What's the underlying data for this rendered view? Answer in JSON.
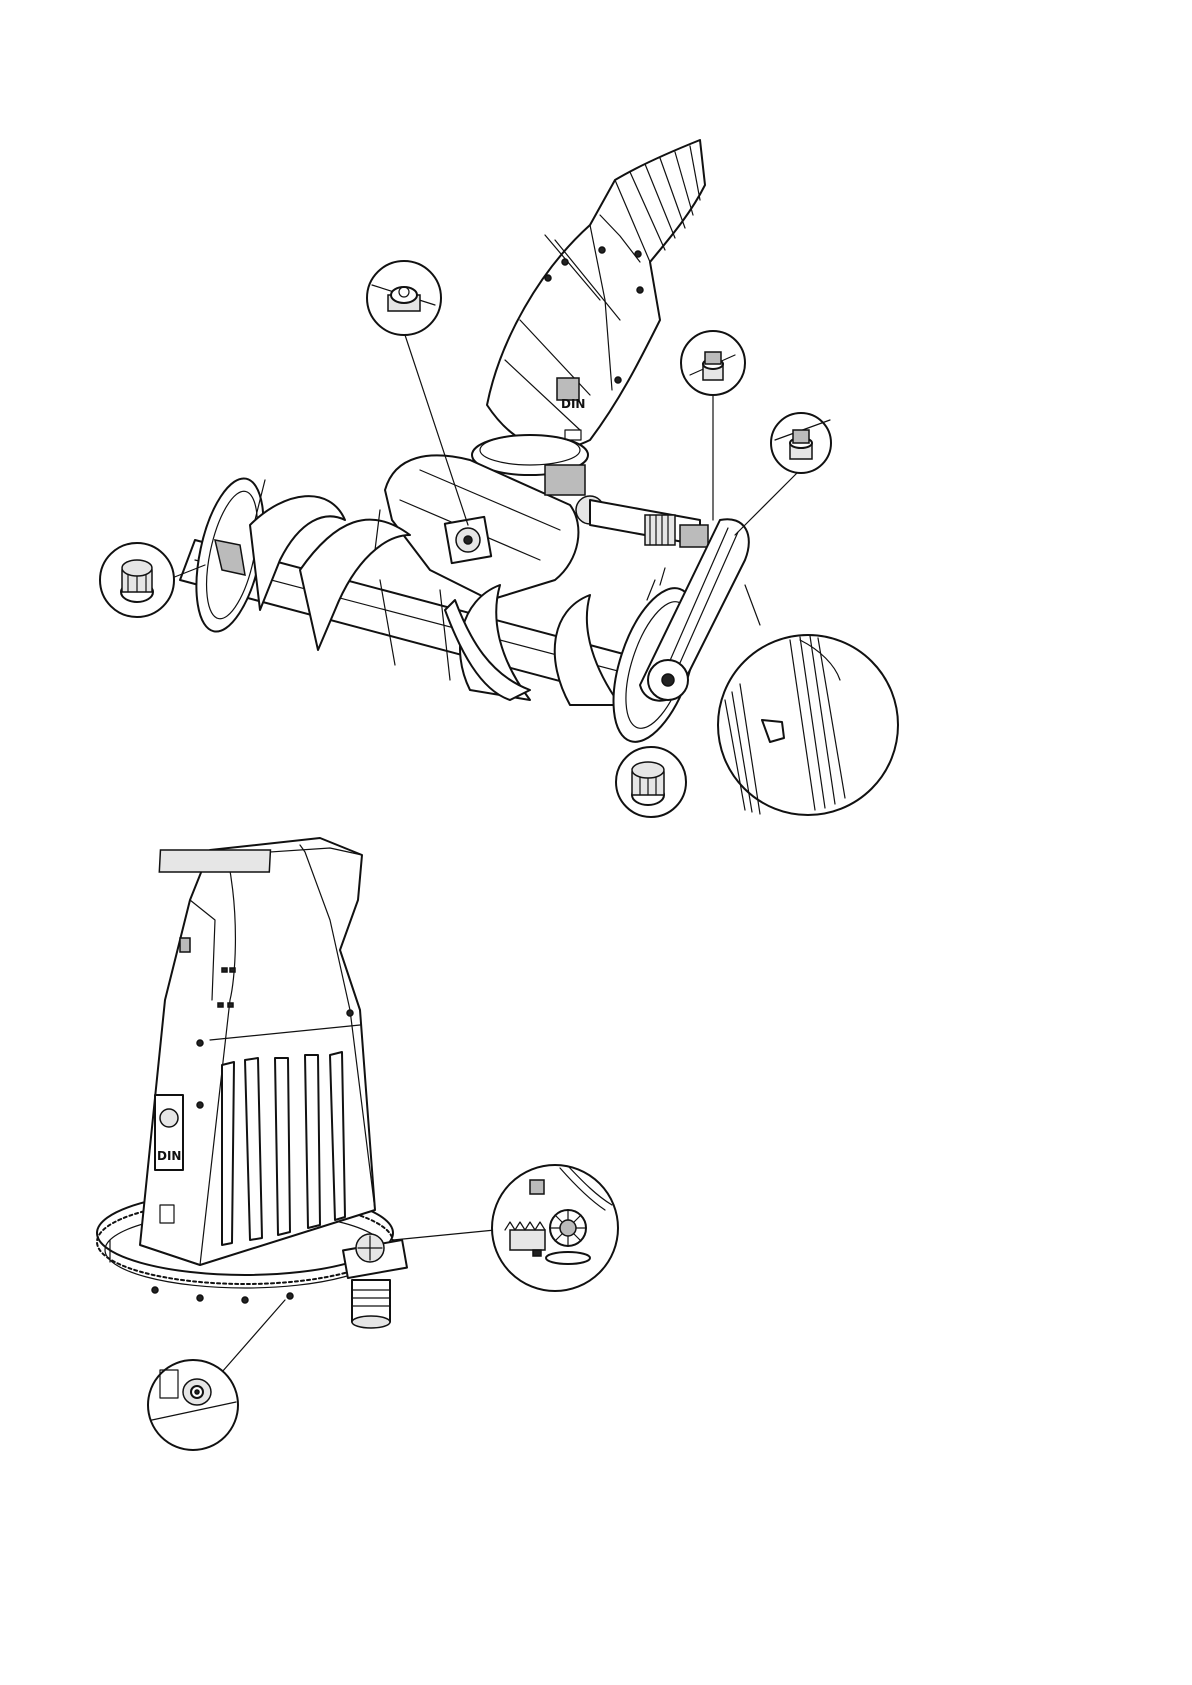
{
  "figure": {
    "top_view": {
      "logo_text": "DIN",
      "callouts": [
        "nut-detail",
        "nut-detail",
        "nut-detail",
        "nut-detail",
        "nut-detail",
        "belt-detail"
      ]
    },
    "bottom_view": {
      "logo_text": "DIN",
      "callouts": [
        "gear-detail",
        "nut-detail"
      ]
    }
  }
}
